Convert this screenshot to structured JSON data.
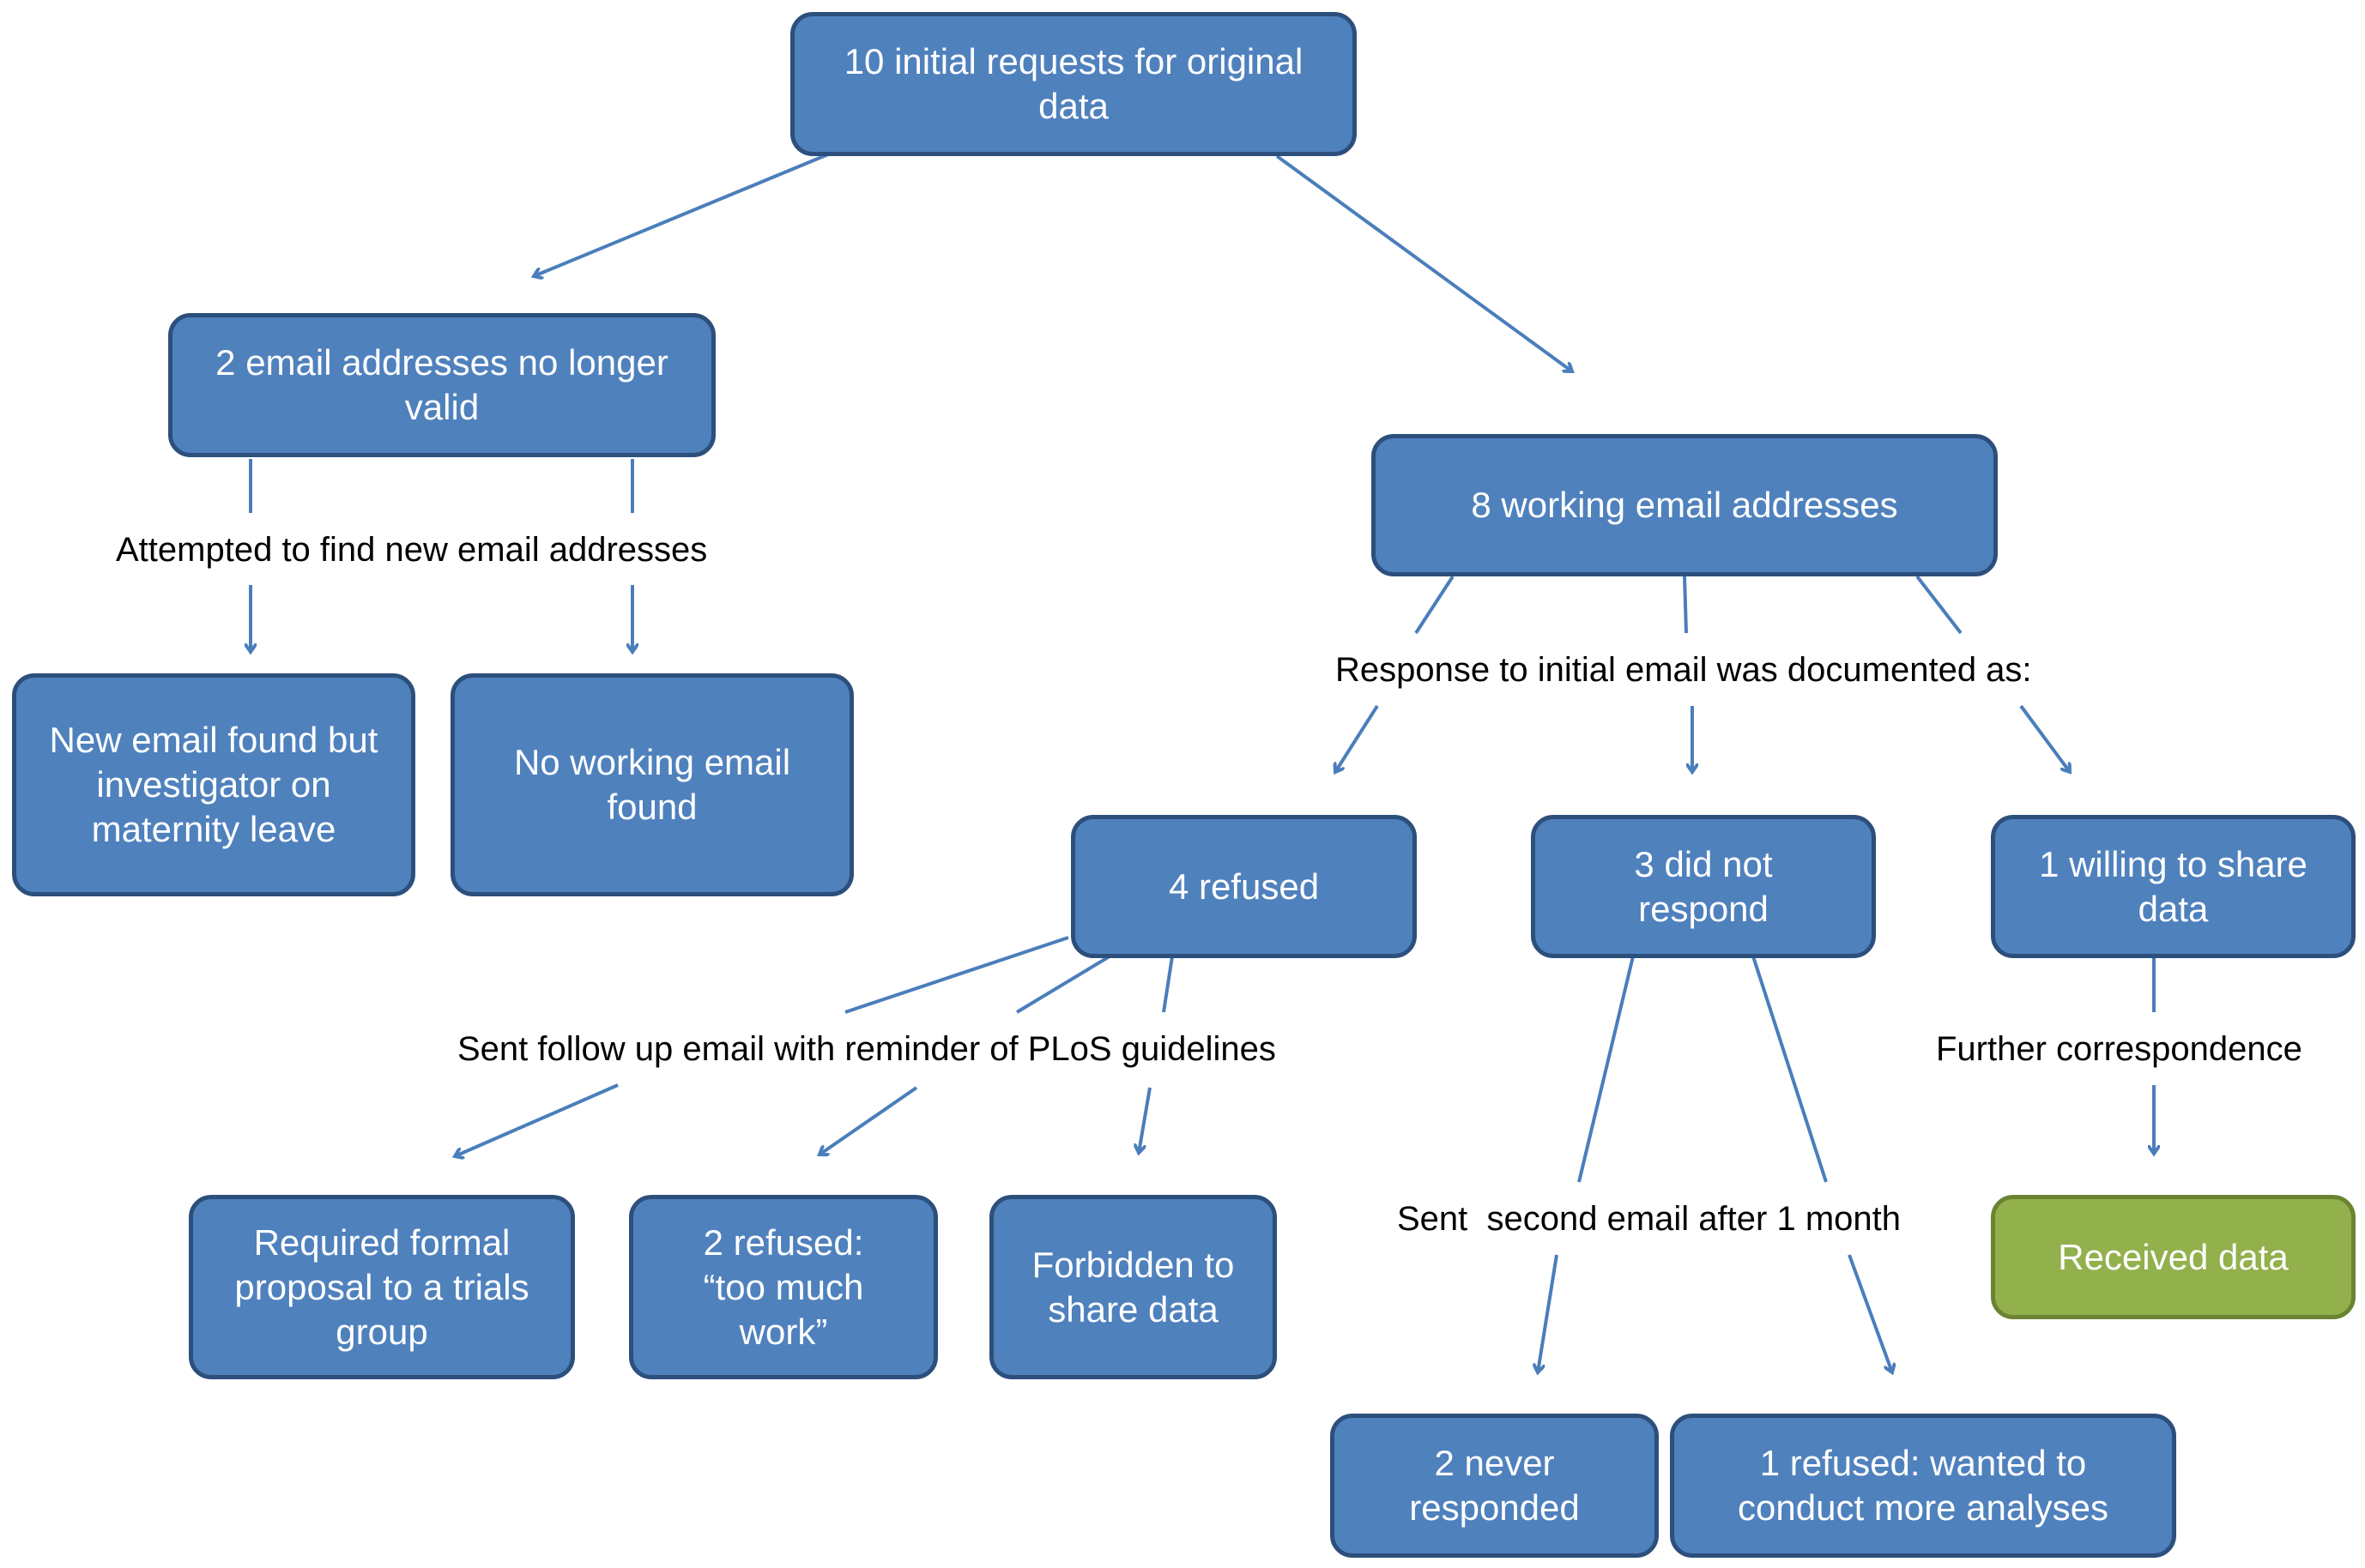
{
  "boxes": {
    "initial_requests": "10 initial requests for original data",
    "invalid_emails": "2 email addresses no longer valid",
    "working_emails": "8 working email addresses",
    "maternity_leave": "New email found but investigator on maternity leave",
    "no_working_email": "No working email found",
    "refused_4": "4 refused",
    "did_not_respond_3": "3 did not respond",
    "willing_1": "1 willing to share data",
    "formal_proposal": "Required formal proposal to a trials group",
    "too_much_work": "2 refused: “too much work”",
    "forbidden": "Forbidden to share data",
    "received_data": "Received data",
    "never_responded": "2 never responded",
    "more_analyses": "1 refused: wanted to conduct more analyses"
  },
  "labels": {
    "attempted": "Attempted to find new email addresses",
    "response_documented": "Response to initial email was documented as:",
    "follow_up": "Sent follow up email with reminder of PLoS guidelines",
    "further_correspondence": "Further correspondence",
    "second_email": "Sent  second email after 1 month"
  },
  "colors": {
    "box_fill": "#4f81bd",
    "box_border": "#2c4f7c",
    "success_fill": "#92b04c",
    "arrow": "#4a7ebb"
  }
}
